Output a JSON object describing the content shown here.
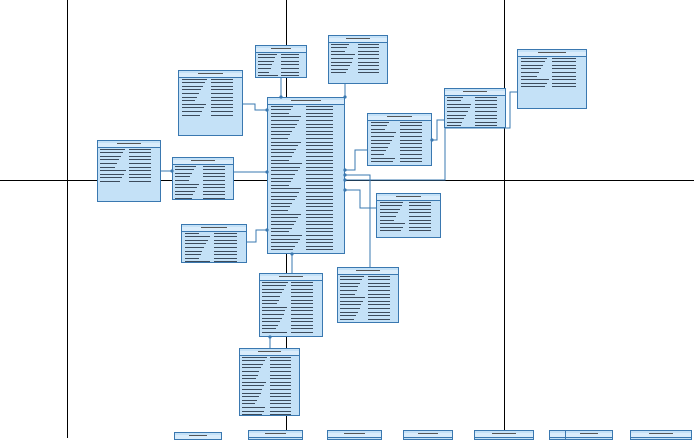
{
  "diagram": {
    "kind": "er-diagram",
    "background": "#ffffff",
    "entity_fill": "#c4e1f7",
    "entity_border": "#3a78b0",
    "connector_color": "#3a78b0",
    "page_grid_color": "#000000",
    "entities": [
      {
        "id": "e01",
        "rows": 9
      },
      {
        "id": "e02",
        "rows": 12
      },
      {
        "id": "e03",
        "rows": 11
      },
      {
        "id": "e04",
        "rows": 42
      },
      {
        "id": "e05",
        "rows": 10
      },
      {
        "id": "e06",
        "rows": 11
      },
      {
        "id": "e07",
        "rows": 16
      },
      {
        "id": "e08",
        "rows": 10
      },
      {
        "id": "e09",
        "rows": 9
      },
      {
        "id": "e10",
        "rows": 9
      },
      {
        "id": "e11",
        "rows": 11
      },
      {
        "id": "e12",
        "rows": 16
      },
      {
        "id": "e13",
        "rows": 13
      },
      {
        "id": "e14",
        "rows": 17
      },
      {
        "id": "e15",
        "rows": 1
      },
      {
        "id": "e16",
        "rows": 2
      },
      {
        "id": "e17",
        "rows": 2
      },
      {
        "id": "e18",
        "rows": 2
      },
      {
        "id": "e19",
        "rows": 2
      },
      {
        "id": "e20",
        "rows": 2
      },
      {
        "id": "e21",
        "rows": 2
      },
      {
        "id": "e22",
        "rows": 2
      }
    ],
    "relationships": [
      {
        "from": "e02",
        "to": "e04"
      },
      {
        "from": "e03",
        "to": "e04"
      },
      {
        "from": "e01",
        "to": "e04"
      },
      {
        "from": "e05",
        "to": "e06"
      },
      {
        "from": "e06",
        "to": "e04"
      },
      {
        "from": "e07",
        "to": "e04"
      },
      {
        "from": "e08",
        "to": "e07"
      },
      {
        "from": "e09",
        "to": "e04"
      },
      {
        "from": "e10",
        "to": "e04"
      },
      {
        "from": "e11",
        "to": "e04"
      },
      {
        "from": "e12",
        "to": "e04"
      },
      {
        "from": "e14",
        "to": "e12"
      },
      {
        "from": "e13",
        "to": "e04"
      }
    ]
  }
}
